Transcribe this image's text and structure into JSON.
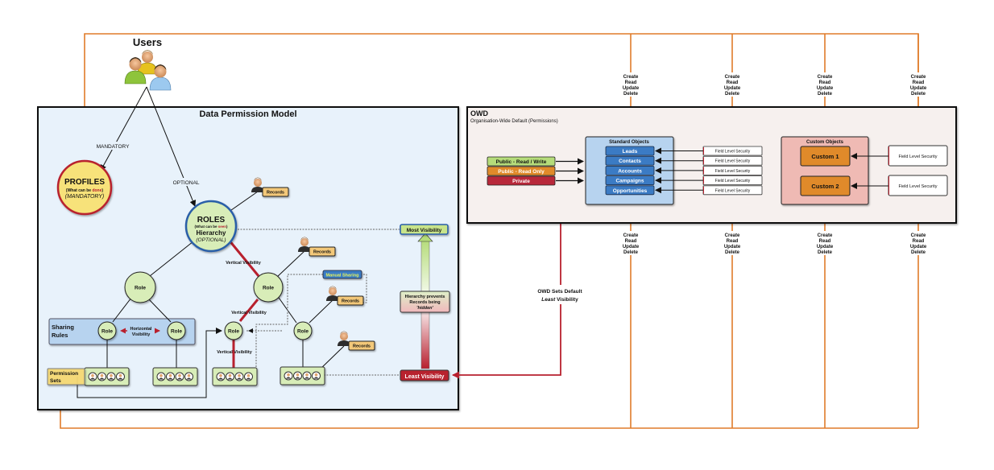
{
  "users": {
    "title": "Users"
  },
  "left_panel": {
    "title": "Data Permission Model",
    "mandatory_label": "MANDATORY",
    "optional_label": "OPTIONAL",
    "profiles": {
      "title": "PROFILES",
      "sub_prefix": "(What can be ",
      "sub_em": "done",
      "sub_suffix": ")",
      "note": "(MANDATORY)"
    },
    "roles": {
      "title": "ROLES",
      "sub_prefix": "(What can be ",
      "sub_em": "seen",
      "sub_suffix": ")",
      "title2": "Hierarchy",
      "note": "(OPTIONAL)"
    },
    "role_label": "Role",
    "records_label": "Records",
    "vertical_visibility": "Vertical Visibility",
    "horizontal_visibility_1": "Horizontal",
    "horizontal_visibility_2": "Visibility",
    "sharing_rules_1": "Sharing",
    "sharing_rules_2": "Rules",
    "permission_sets_1": "Permission",
    "permission_sets_2": "Sets",
    "manual_sharing": "Manual Sharing",
    "most_visibility": "Most Visibility",
    "least_visibility": "Least Visibility",
    "hierarchy_note_1": "Hierarchy prevents",
    "hierarchy_note_2": "Records being",
    "hierarchy_note_3": "'hidden'"
  },
  "owd_note": {
    "line1": "OWD Sets Default",
    "line2_em": "Least",
    "line2_rest": " Visibility"
  },
  "right_panel": {
    "title": "OWD",
    "subtitle": "Organisation-Wide Default (Permissions)",
    "access_levels": [
      {
        "label": "Public - Read / Write",
        "color": "#b5dc7a"
      },
      {
        "label": "Public - Read Only",
        "color": "#e08a2a"
      },
      {
        "label": "Private",
        "color": "#b8283a"
      }
    ],
    "standard_objects": {
      "title": "Standard Objects",
      "items": [
        "Leads",
        "Contacts",
        "Accounts",
        "Campaigns",
        "Opportunities"
      ]
    },
    "custom_objects": {
      "title": "Custom Objects",
      "items": [
        "Custom 1",
        "Custom 2"
      ]
    },
    "field_level_security": "Field Level Security"
  },
  "crud": [
    "Create",
    "Read",
    "Update",
    "Delete"
  ],
  "colors": {
    "orange_line": "#e07b2a",
    "red_line": "#b8202e",
    "left_panel_bg": "#e8f2fb",
    "right_panel_bg": "#f6f0ee",
    "role_fill": "#d8edb8",
    "records_fill": "#f3c879",
    "standard_blue": "#3b7bc4",
    "custom_orange": "#e08a2a"
  }
}
